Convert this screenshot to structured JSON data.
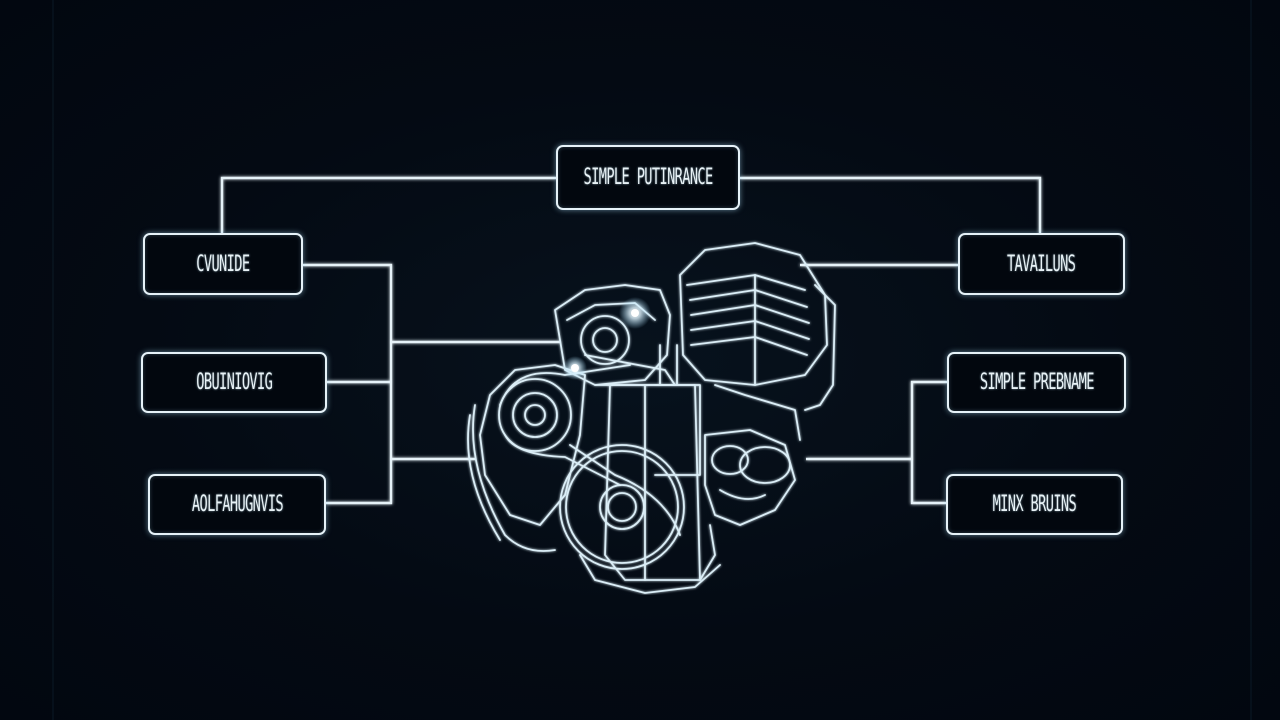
{
  "diagram": {
    "type": "engine-component-mindmap",
    "theme": {
      "background": "#030912",
      "line_color": "#e6f2f8",
      "glow_color": "#a9dcf5"
    },
    "center": {
      "label": "engine-illustration",
      "icon": "engine-icon"
    },
    "top_node": {
      "label": "SIMPLE PUTINRANCE"
    },
    "left_nodes": [
      {
        "label": "CVUNIDE"
      },
      {
        "label": "OBUINIOVIG"
      },
      {
        "label": "AOLFAHUGNVIS"
      }
    ],
    "right_nodes": [
      {
        "label": "TAVAILUNS"
      },
      {
        "label": "SIMPLE PREBNAME"
      },
      {
        "label": "MINX BRUINS"
      }
    ]
  }
}
